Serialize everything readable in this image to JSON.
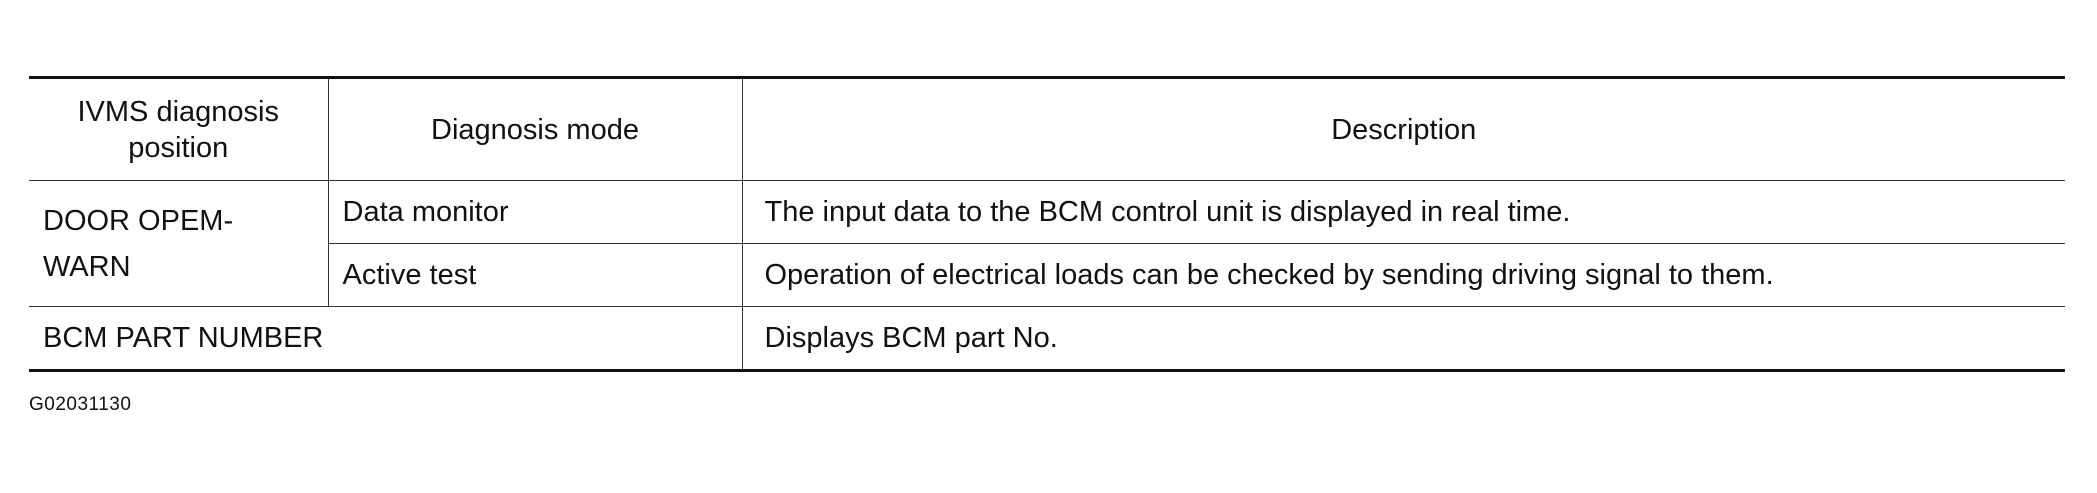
{
  "table": {
    "headers": {
      "position": "IVMS diagnosis position",
      "mode": "Diagnosis mode",
      "description": "Description"
    },
    "group1": {
      "position": "DOOR OPEM-WARN",
      "rows": [
        {
          "mode": "Data monitor",
          "description": "The input data to the BCM  control unit is displayed in real time."
        },
        {
          "mode": "Active test",
          "description": "Operation of electrical loads can be checked by sending driving signal to them."
        }
      ]
    },
    "group2": {
      "label": "BCM PART NUMBER",
      "description": "Displays BCM part No."
    }
  },
  "figure_code": "G02031130"
}
